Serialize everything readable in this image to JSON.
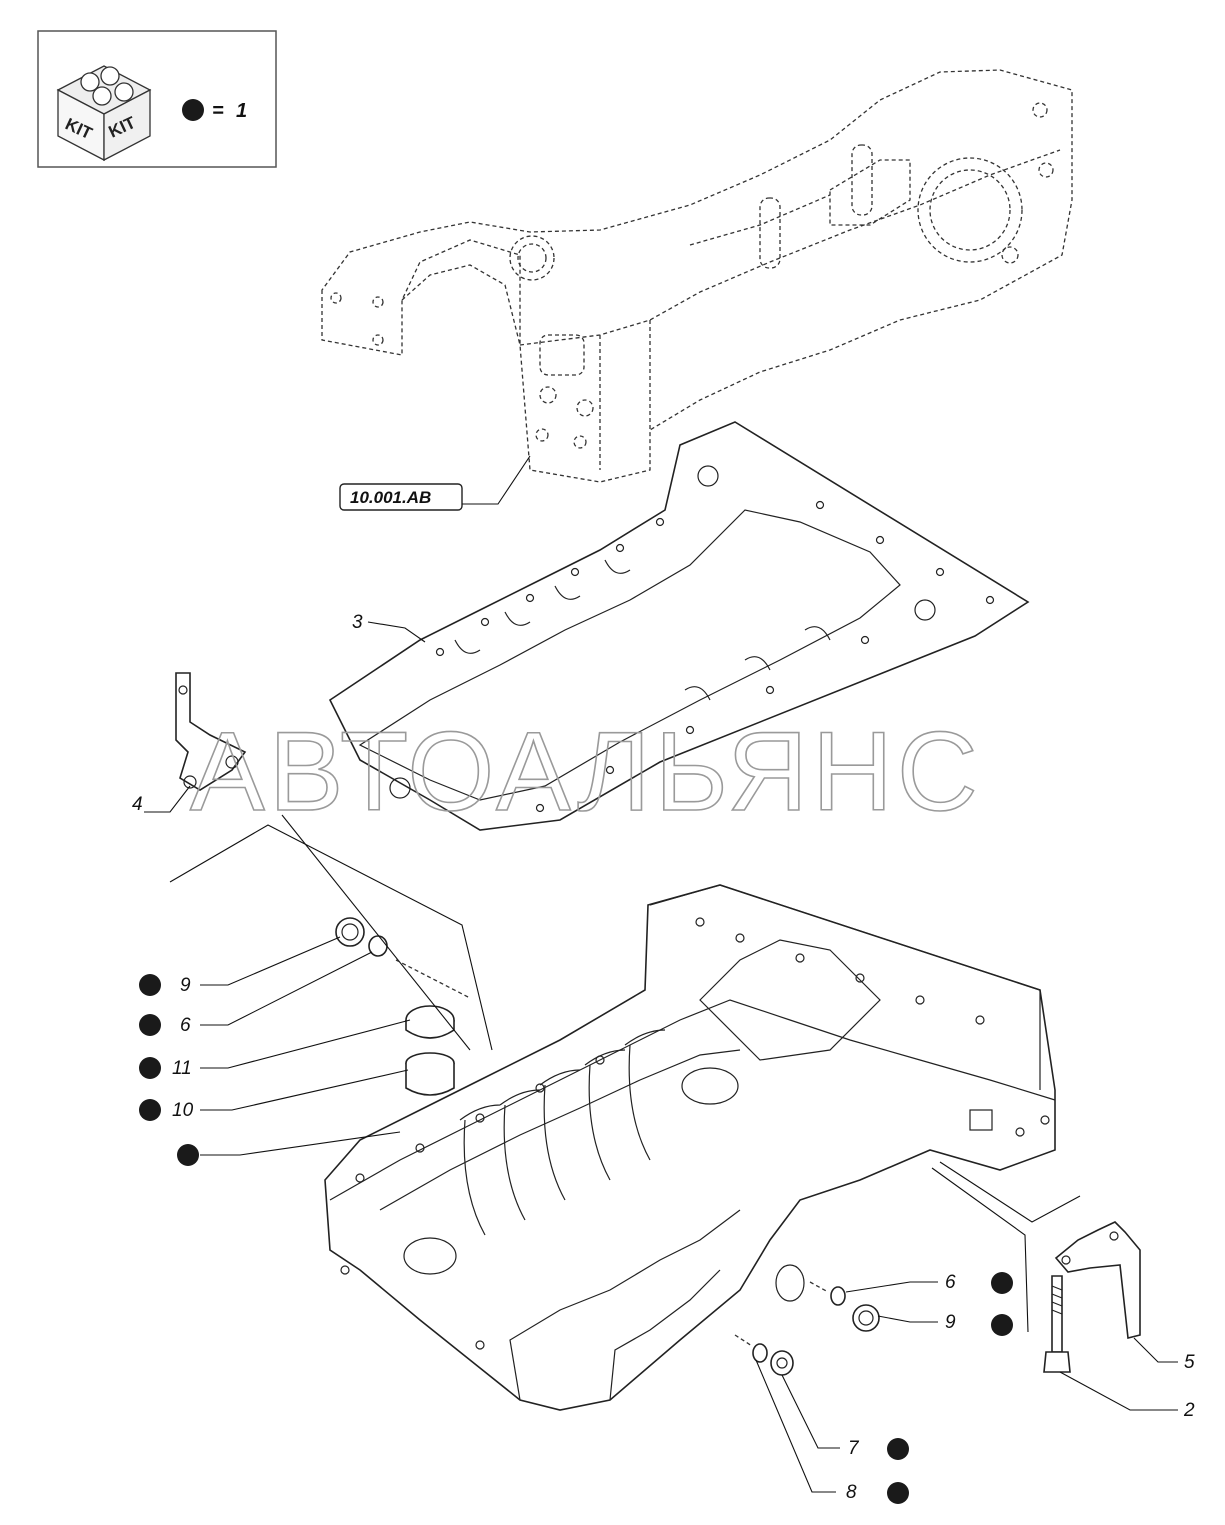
{
  "kit_legend": {
    "kit_label_left": "KIT",
    "kit_label_right": "KIT",
    "equals": "=",
    "value": "1"
  },
  "reference_label": "10.001.AB",
  "watermark": "АВТОАЛЬЯНС",
  "callouts": {
    "c2": "2",
    "c3": "3",
    "c4": "4",
    "c5": "5",
    "c6_left": "6",
    "c6_right": "6",
    "c7": "7",
    "c8": "8",
    "c9_left": "9",
    "c9_right": "9",
    "c10": "10",
    "c11": "11"
  },
  "colors": {
    "kit_dot": "#1a1a1a",
    "line": "#222222",
    "watermark": "#9a9a9a"
  }
}
